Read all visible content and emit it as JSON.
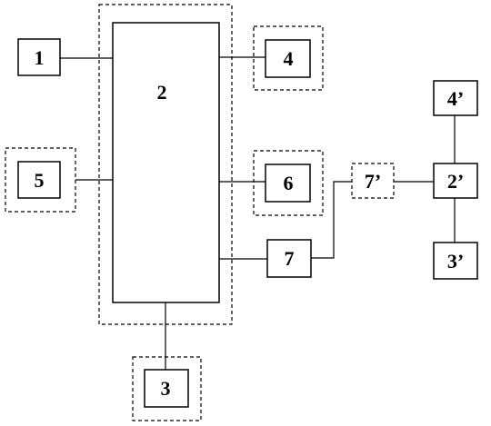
{
  "diagram": {
    "blocks": {
      "b1": "1",
      "b2": "2",
      "b3": "3",
      "b4": "4",
      "b5": "5",
      "b6": "6",
      "b7": "7",
      "b7p": "7’",
      "b2p": "2’",
      "b3p": "3’",
      "b4p": "4’"
    }
  }
}
